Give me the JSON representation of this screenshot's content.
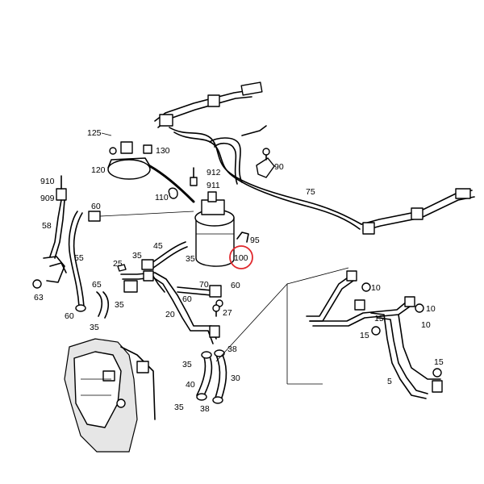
{
  "highlight_color": "#e0282d",
  "highlighted_callout": "100",
  "callouts": {
    "c125": "125",
    "c130": "130",
    "c120": "120",
    "c912": "912",
    "c911": "911",
    "c110": "110",
    "c90": "90",
    "c75": "75",
    "c910": "910",
    "c909": "909",
    "c58": "58",
    "c60a": "60",
    "c55": "55",
    "c95": "95",
    "c100": "100",
    "c45": "45",
    "c35a": "35",
    "c35b": "35",
    "c25": "25",
    "c65": "65",
    "c35c": "35",
    "c63": "63",
    "c60b": "60",
    "c70": "70",
    "c60c": "60",
    "c60d": "60",
    "c27": "27",
    "c20": "20",
    "c35d": "35",
    "c35e": "35",
    "c38a": "38",
    "c40": "40",
    "c30": "30",
    "c35f": "35",
    "c38b": "38",
    "c10a": "10",
    "c15a": "15",
    "c10b": "10",
    "c10c": "10",
    "c15b": "15",
    "c15c": "15",
    "c5": "5"
  }
}
